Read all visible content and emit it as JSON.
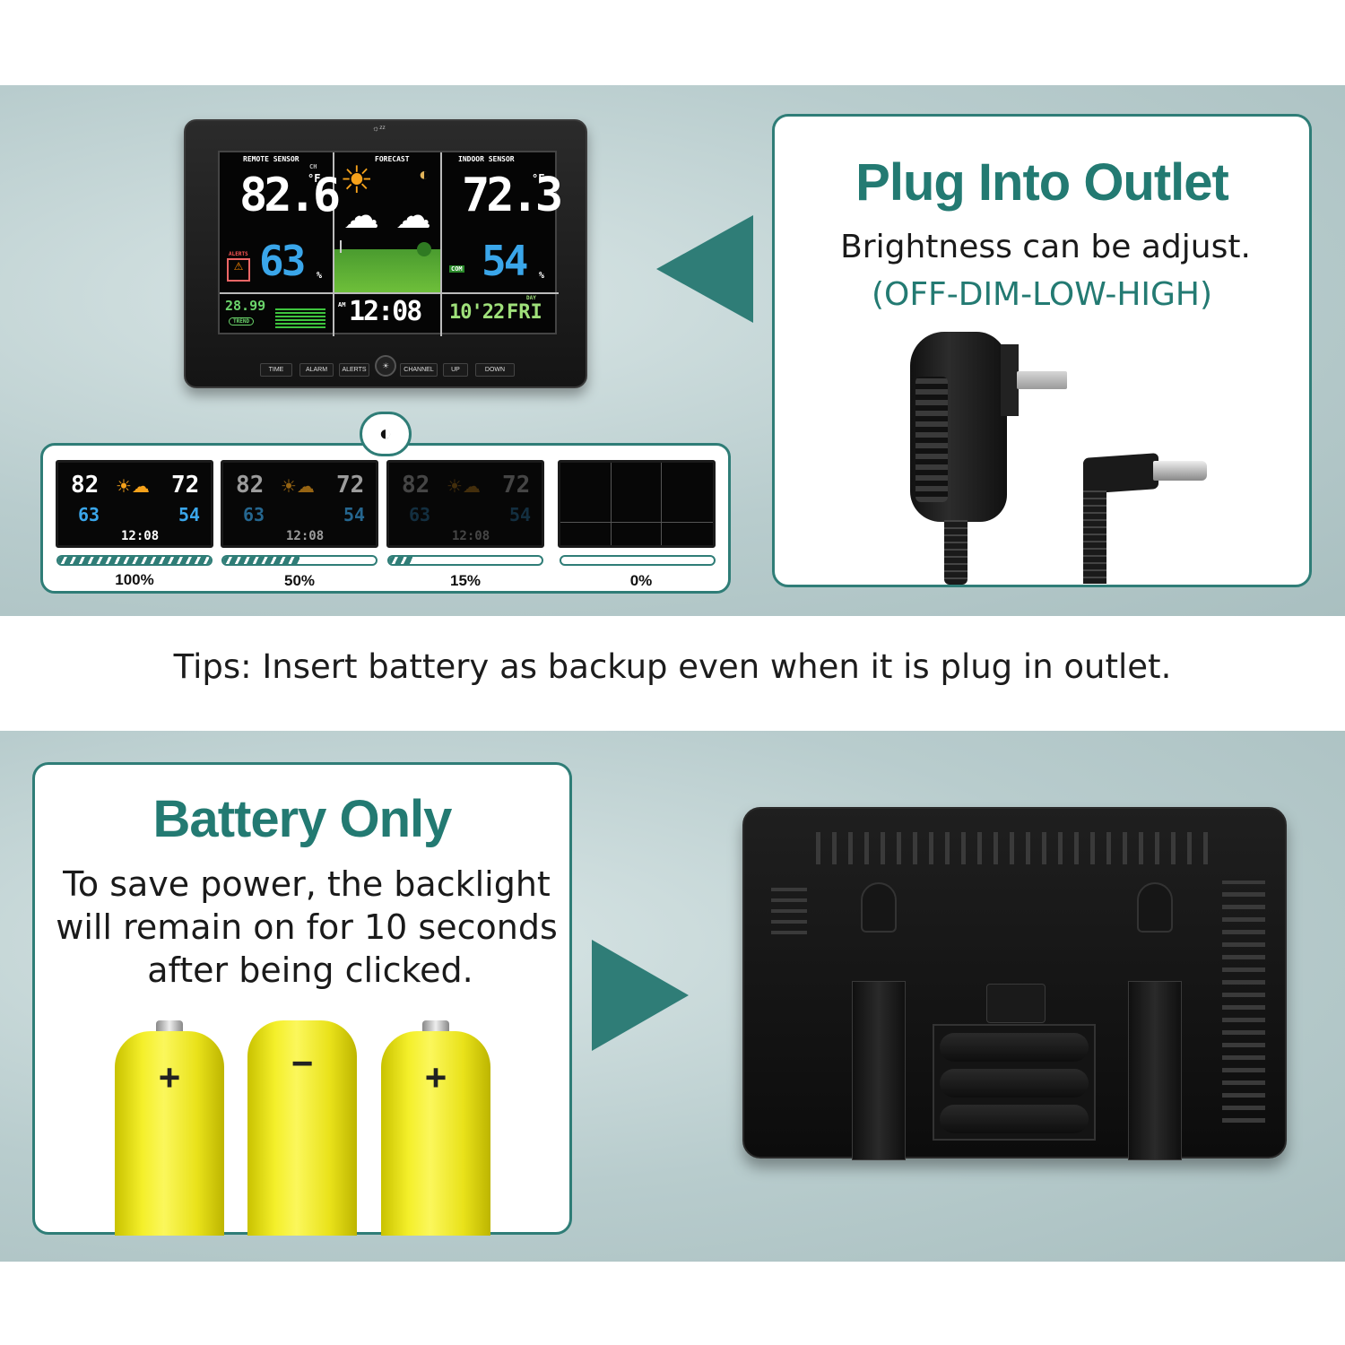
{
  "plug": {
    "title": "Plug Into Outlet",
    "line1": "Brightness can be adjust.",
    "line2": "(OFF-DIM-LOW-HIGH)"
  },
  "tips": "Tips: Insert battery as backup even when it is plug in outlet.",
  "battery": {
    "title": "Battery Only",
    "lines": [
      "To save power, the backlight",
      "will remain on for 10 seconds",
      "after being clicked."
    ],
    "signs": [
      "+",
      "−",
      "+"
    ]
  },
  "display": {
    "remote_label": "REMOTE SENSOR",
    "forecast_label": "FORECAST",
    "indoor_label": "INDOOR SENSOR",
    "remote_temp": "82.6",
    "remote_unit": "°F",
    "remote_hum": "63",
    "hum_unit": "%",
    "indoor_temp": "72.3",
    "indoor_hum": "54",
    "alerts_label": "ALERTS",
    "com_label": "COM",
    "trend_label": "TREND",
    "pressure": "28.99",
    "am": "AM",
    "time": "12:08",
    "date": "10'22'",
    "day": "FRI",
    "day_label": "DAY",
    "ch_label": "CH"
  },
  "buttons": [
    "TIME",
    "ALARM",
    "ALERTS",
    "CHANNEL",
    "UP",
    "DOWN"
  ],
  "brightness_levels": [
    {
      "label": "100%",
      "value": 100
    },
    {
      "label": "50%",
      "value": 50
    },
    {
      "label": "15%",
      "value": 15
    },
    {
      "label": "0%",
      "value": 0
    }
  ],
  "colors": {
    "accent": "#2f7d77",
    "title": "#237a72",
    "battery": "#f4ef2a"
  }
}
